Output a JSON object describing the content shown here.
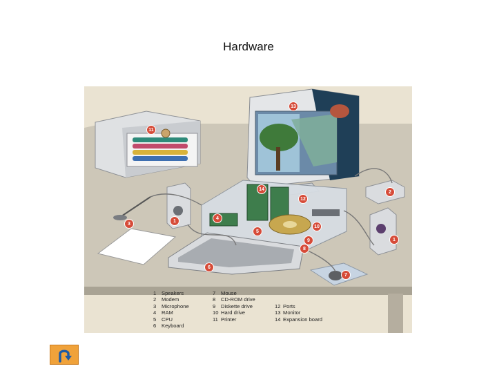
{
  "title": "Hardware",
  "legend": {
    "columns": [
      [
        {
          "num": "1",
          "label": "Speakers"
        },
        {
          "num": "2",
          "label": "Modem"
        },
        {
          "num": "3",
          "label": "Microphone"
        },
        {
          "num": "4",
          "label": "RAM"
        },
        {
          "num": "5",
          "label": "CPU"
        },
        {
          "num": "6",
          "label": "Keyboard"
        }
      ],
      [
        {
          "num": "7",
          "label": "Mouse"
        },
        {
          "num": "8",
          "label": "CD-ROM drive"
        },
        {
          "num": "9",
          "label": "Diskette drive"
        },
        {
          "num": "10",
          "label": "Hard drive"
        },
        {
          "num": "11",
          "label": "Printer"
        }
      ],
      [
        {
          "num": "12",
          "label": "Ports"
        },
        {
          "num": "13",
          "label": "Monitor"
        },
        {
          "num": "14",
          "label": "Expansion board"
        }
      ]
    ]
  },
  "callouts": [
    "1",
    "2",
    "3",
    "4",
    "5",
    "6",
    "7",
    "8",
    "9",
    "10",
    "11",
    "12",
    "13",
    "14"
  ],
  "navigation": {
    "back_icon": "u-turn-arrow-icon"
  },
  "colors": {
    "background": "#eae3d2",
    "desk": "#c9c3b4",
    "monitor_case": "#e4e6e8",
    "monitor_dark": "#1f3f57",
    "callout": "#d64b38",
    "back_button": "#f0a23a"
  }
}
